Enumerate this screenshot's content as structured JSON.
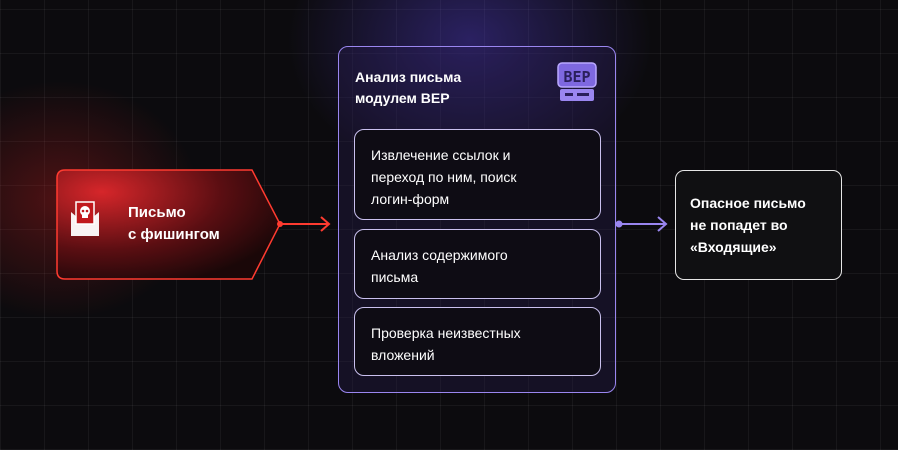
{
  "source": {
    "label_line1": "Письмо",
    "label_line2": "с фишингом",
    "icon": "phishing-envelope-skull-icon"
  },
  "module": {
    "title_line1": "Анализ письма",
    "title_line2": "модулем BEP",
    "logo_text": "BEP",
    "steps": [
      {
        "line1": "Извлечение ссылок и",
        "line2": "переход по ним, поиск",
        "line3": "логин-форм"
      },
      {
        "line1": "Анализ содержимого",
        "line2": "письма"
      },
      {
        "line1": "Проверка неизвестных",
        "line2": "вложений"
      }
    ]
  },
  "result": {
    "line1": "Опасное письмо",
    "line2": "не попадет во",
    "line3": "«Входящие»"
  },
  "colors": {
    "red": "#ff3b30",
    "purple": "#9a86f0"
  }
}
